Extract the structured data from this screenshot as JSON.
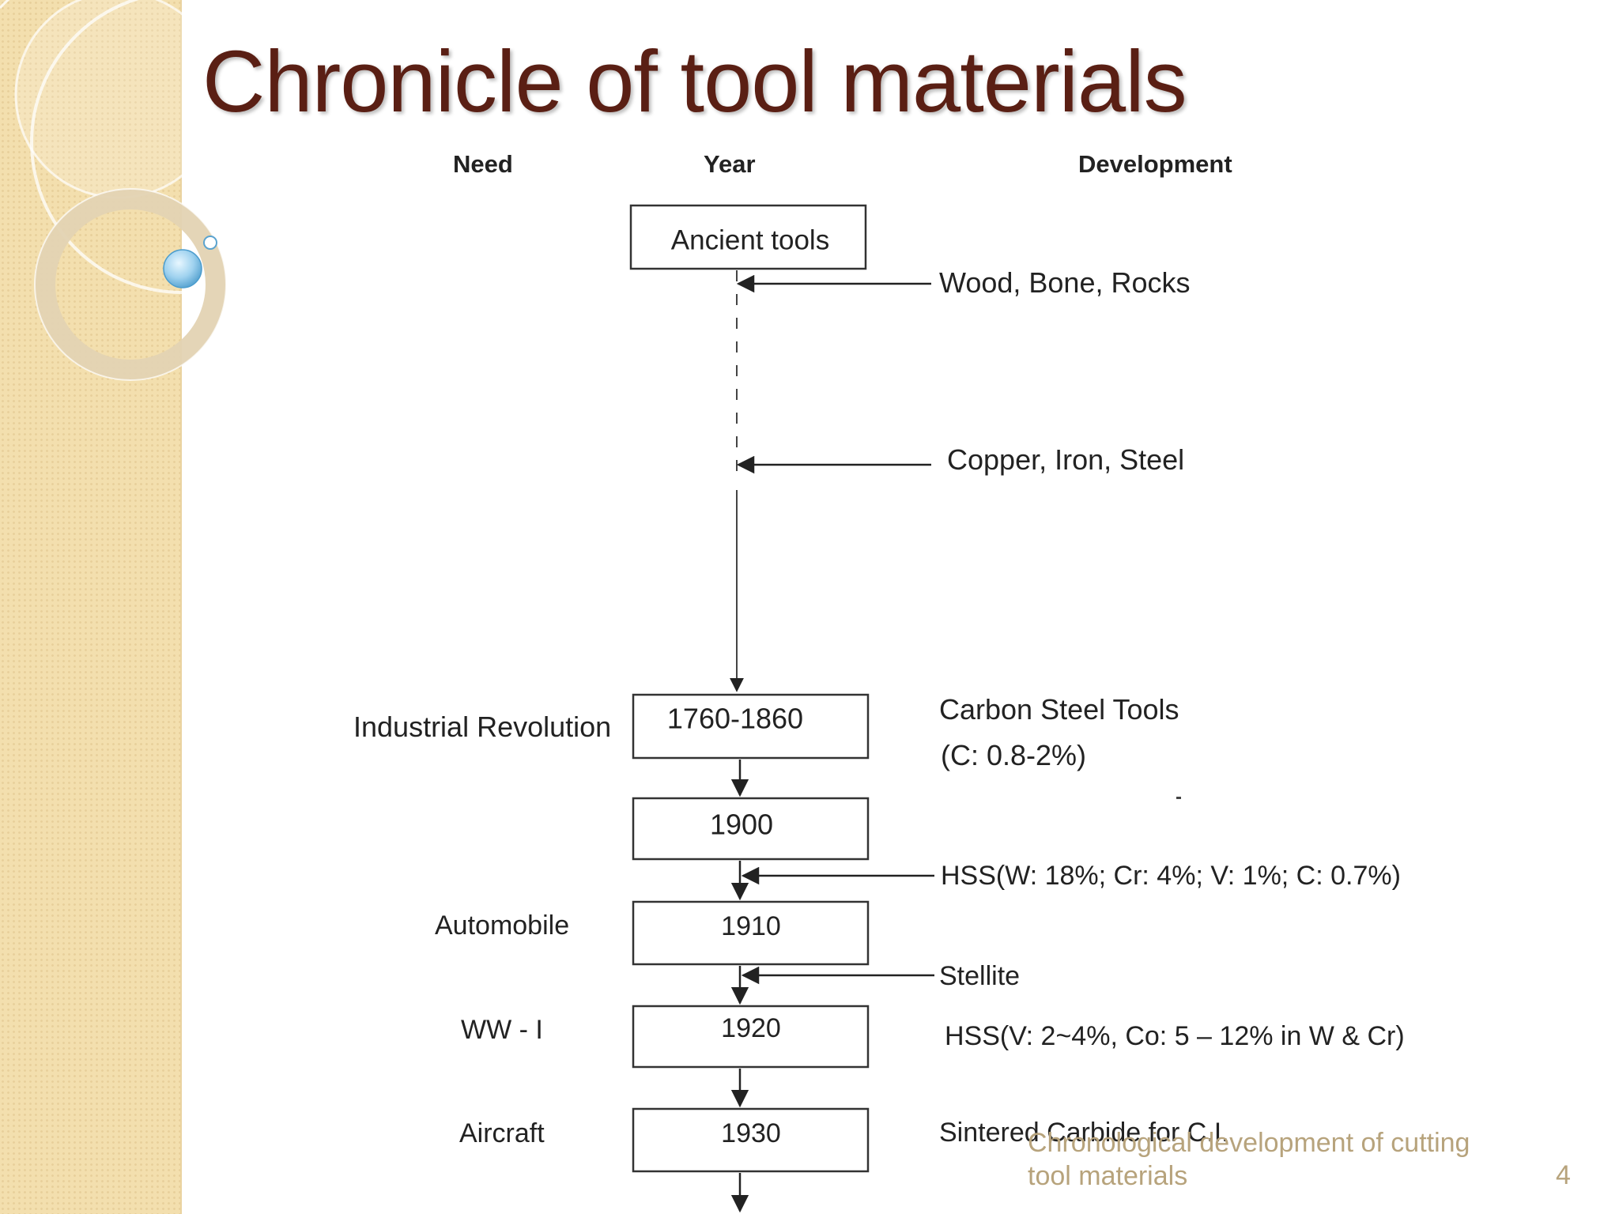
{
  "slide": {
    "title": "Chronicle of tool materials",
    "footer_text": "Chronological development of cutting tool materials",
    "page_number": "4"
  },
  "diagram": {
    "column_headers": {
      "need": "Need",
      "year": "Year",
      "development": "Development"
    },
    "top_box": "Ancient tools",
    "early_developments": [
      "Wood, Bone, Rocks",
      "Copper, Iron, Steel"
    ],
    "year_boxes": [
      "1760-1860",
      "1900",
      "1910",
      "1920",
      "1930"
    ],
    "needs": [
      "Industrial Revolution",
      "Automobile",
      "WW - I",
      "Aircraft"
    ],
    "developments": {
      "carbon_steel_line1": "Carbon Steel Tools",
      "carbon_steel_line2": "(C: 0.8-2%)",
      "hss": "HSS(W: 18%; Cr: 4%; V: 1%; C: 0.7%)",
      "stellite": "Stellite",
      "hss_v": "HSS(V: 2~4%, Co: 5 – 12% in W & Cr)",
      "sintered_carbide": "Sintered Carbide for C.I."
    }
  },
  "colors": {
    "title": "#5a1f14",
    "sidebar": "#f3dfae",
    "footer": "#b7a37c",
    "diagram_ink": "#222222"
  }
}
